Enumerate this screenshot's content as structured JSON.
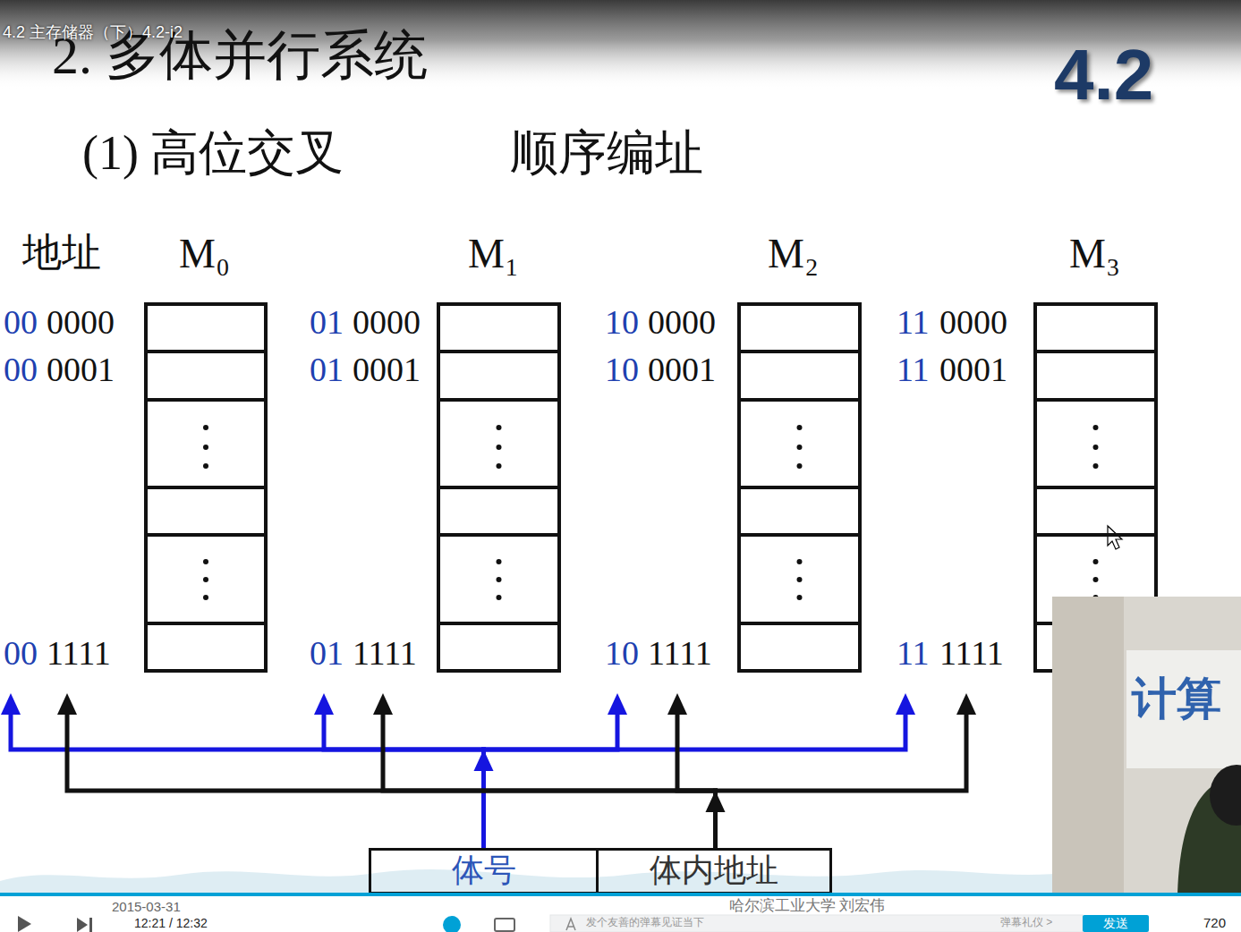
{
  "diagram": {
    "title": "2. 多体并行系统",
    "nodes": [
      {
        "text": [
          "M₀"
        ]
      },
      {
        "text": [
          "M₁"
        ]
      },
      {
        "text": [
          "M₂"
        ]
      },
      {
        "text": [
          "M₃"
        ]
      },
      {
        "text": [
          "体号"
        ]
      },
      {
        "text": [
          "体内地址"
        ]
      }
    ],
    "edges": [
      {
        "from": 4,
        "to": 0,
        "arrow": "to"
      },
      {
        "from": 4,
        "to": 1,
        "arrow": "to"
      },
      {
        "from": 4,
        "to": 2,
        "arrow": "to"
      },
      {
        "from": 4,
        "to": 3,
        "arrow": "to"
      },
      {
        "from": 5,
        "to": 0,
        "arrow": "to"
      },
      {
        "from": 5,
        "to": 1,
        "arrow": "to"
      },
      {
        "from": 5,
        "to": 2,
        "arrow": "to"
      },
      {
        "from": 5,
        "to": 3,
        "arrow": "to"
      }
    ],
    "labels": [
      "4.2 主存储器（下）4.2-i2",
      "4.2",
      "(1) 高位交叉",
      "顺序编址",
      "地址",
      "00",
      "0000",
      "00",
      "0001",
      "00",
      "1111",
      "01",
      "0000",
      "01",
      "0001",
      "01",
      "1111",
      "10",
      "0000",
      "10",
      "0001",
      "10",
      "1111",
      "11",
      "0000",
      "11",
      "0001",
      "11",
      "1111",
      "计算",
      "2015-03-31",
      "12:21 / 12:32",
      "发个友善的弹幕见证当下",
      "哈尔滨工业大学 刘宏伟",
      "弹幕礼仪 >",
      "发送",
      "720"
    ]
  }
}
